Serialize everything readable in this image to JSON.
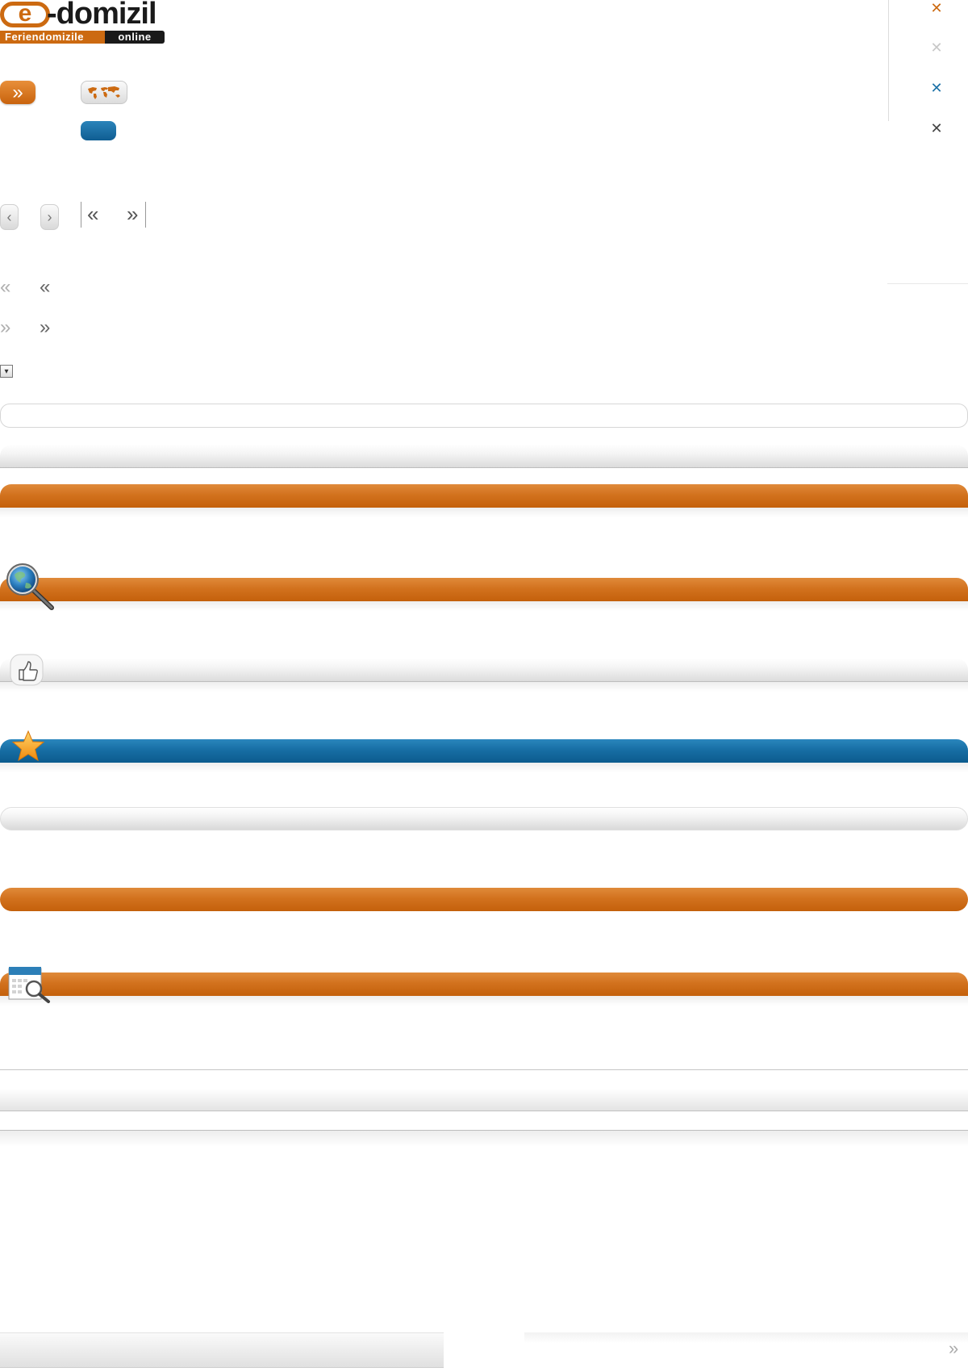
{
  "logo": {
    "mark": "e",
    "word": "-domizil",
    "tagline_left": "Feriendomizile",
    "tagline_right": "online"
  },
  "buttons": {
    "forward_glyph": "»",
    "prev_glyph": "‹",
    "next_glyph": "›",
    "pager_first_glyph": "«",
    "pager_last_glyph": "»",
    "select_glyph": "▾"
  },
  "arrow_rows": {
    "back_light": "«",
    "back_dark": "«",
    "fwd_light": "»",
    "fwd_dark": "»"
  },
  "close_icons": [
    {
      "glyph": "✕",
      "color": "#cc6a11"
    },
    {
      "glyph": "✕",
      "color": "#c8c8c8"
    },
    {
      "glyph": "✕",
      "color": "#1e73a8"
    },
    {
      "glyph": "✕",
      "color": "#444444"
    }
  ],
  "footer": {
    "arrow_glyph": "»"
  },
  "colors": {
    "accent_orange": "#cc6a11",
    "accent_blue": "#166aa0",
    "neutral_gray": "#dcdcdc"
  }
}
